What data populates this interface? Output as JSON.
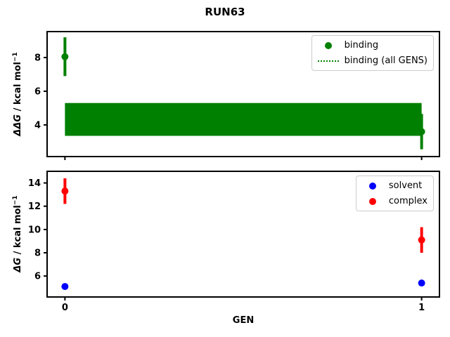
{
  "title": "RUN63",
  "colors": {
    "binding": "#008000",
    "solvent": "#0000ff",
    "complex": "#ff0000",
    "axis": "#000000",
    "legend_border": "#cccccc",
    "background": "#ffffff"
  },
  "top_plot": {
    "ylabel": {
      "italic": "ΔΔG",
      "rest": " / kcal mol",
      "sup": "−1",
      "text": "ΔΔG / kcal mol⁻¹"
    }
  },
  "bottom_plot": {
    "ylabel": {
      "italic": "ΔG",
      "rest": " / kcal mol",
      "sup": "−1",
      "text": "ΔG / kcal mol⁻¹"
    }
  },
  "chart_data": [
    {
      "type": "scatter",
      "subplot": "top",
      "x": [
        0,
        1
      ],
      "xlim": [
        -0.05,
        1.05
      ],
      "ylim": [
        2.12,
        9.54
      ],
      "yticks": [
        4,
        6,
        8
      ],
      "xticks": [
        0,
        1
      ],
      "show_xticklabels": false,
      "ylabel": "ΔΔG / kcal mol⁻¹",
      "series": [
        {
          "name": "binding",
          "color": "#008000",
          "marker": "circle",
          "values": [
            8.05,
            3.6
          ],
          "errors": [
            1.15,
            1.05
          ]
        }
      ],
      "band": {
        "name": "binding (all GENS)",
        "color": "#008000",
        "x_range": [
          0,
          1
        ],
        "low": 3.35,
        "high": 5.3,
        "center": 4.33,
        "center_line_style": "dotted"
      },
      "legend": [
        "binding",
        "binding (all GENS)"
      ],
      "legend_loc": "upper right",
      "grid": false
    },
    {
      "type": "scatter",
      "subplot": "bottom",
      "x": [
        0,
        1
      ],
      "xlim": [
        -0.05,
        1.05
      ],
      "ylim": [
        4.2,
        15.0
      ],
      "yticks": [
        6,
        8,
        10,
        12,
        14
      ],
      "xticks": [
        0,
        1
      ],
      "show_xticklabels": true,
      "xlabel": "GEN",
      "ylabel": "ΔG / kcal mol⁻¹",
      "series": [
        {
          "name": "solvent",
          "color": "#0000ff",
          "marker": "circle",
          "values": [
            5.1,
            5.4
          ],
          "errors": [
            0.1,
            0.1
          ]
        },
        {
          "name": "complex",
          "color": "#ff0000",
          "marker": "circle",
          "values": [
            13.3,
            9.1
          ],
          "errors": [
            1.1,
            1.1
          ]
        }
      ],
      "legend": [
        "solvent",
        "complex"
      ],
      "legend_loc": "upper right",
      "grid": false
    }
  ]
}
